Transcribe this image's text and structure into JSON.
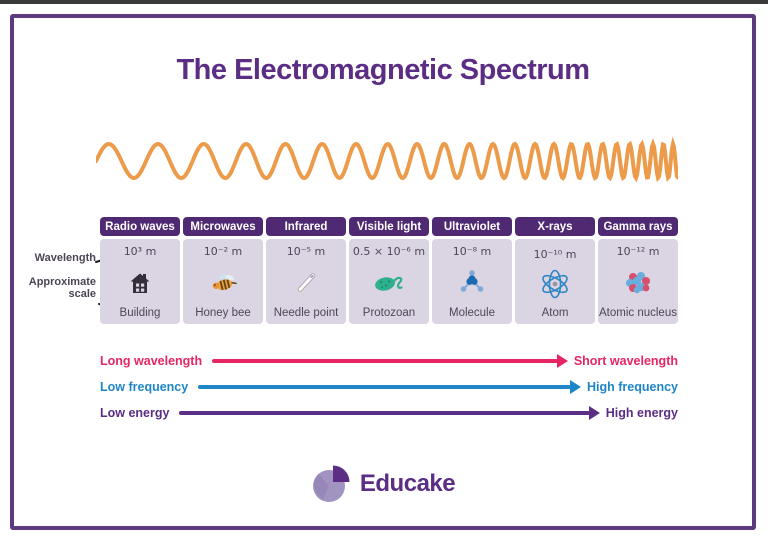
{
  "page": {
    "title": "The Electromagnetic Spectrum"
  },
  "annotations": {
    "wavelength_label": "Wavelength",
    "scale_label": "Approximate scale"
  },
  "spectrum": {
    "columns": [
      {
        "name": "Radio waves",
        "wavelength": "10³ m",
        "scale": "Building",
        "icon": "building-icon"
      },
      {
        "name": "Microwaves",
        "wavelength": "10⁻² m",
        "scale": "Honey bee",
        "icon": "honey-bee-icon"
      },
      {
        "name": "Infrared",
        "wavelength": "10⁻⁵ m",
        "scale": "Needle point",
        "icon": "needle-icon"
      },
      {
        "name": "Visible light",
        "wavelength": "0.5 × 10⁻⁶ m",
        "scale": "Protozoan",
        "icon": "protozoan-icon"
      },
      {
        "name": "Ultraviolet",
        "wavelength": "10⁻⁸ m",
        "scale": "Molecule",
        "icon": "molecule-icon"
      },
      {
        "name": "X-rays",
        "wavelength": "10⁻¹⁰ m",
        "scale": "Atom",
        "icon": "atom-icon"
      },
      {
        "name": "Gamma rays",
        "wavelength": "10⁻¹² m",
        "scale": "Atomic nucleus",
        "icon": "atomic-nucleus-icon"
      }
    ]
  },
  "trends": [
    {
      "left": "Long wavelength",
      "right": "Short wavelength",
      "color": "#e62663"
    },
    {
      "left": "Low frequency",
      "right": "High frequency",
      "color": "#1e86c7"
    },
    {
      "left": "Low energy",
      "right": "High energy",
      "color": "#5b2d84"
    }
  ],
  "footer": {
    "brand": "Educake"
  },
  "colors": {
    "title_purple": "#5b2d84",
    "header_purple": "#4f2a73",
    "cell_lavender": "#dbd4e3",
    "wave_orange": "#eb9b4a",
    "border_purple": "#5c3a7d",
    "trend_pink": "#e62663",
    "trend_blue": "#1e86c7",
    "trend_purple": "#5b2d84"
  }
}
